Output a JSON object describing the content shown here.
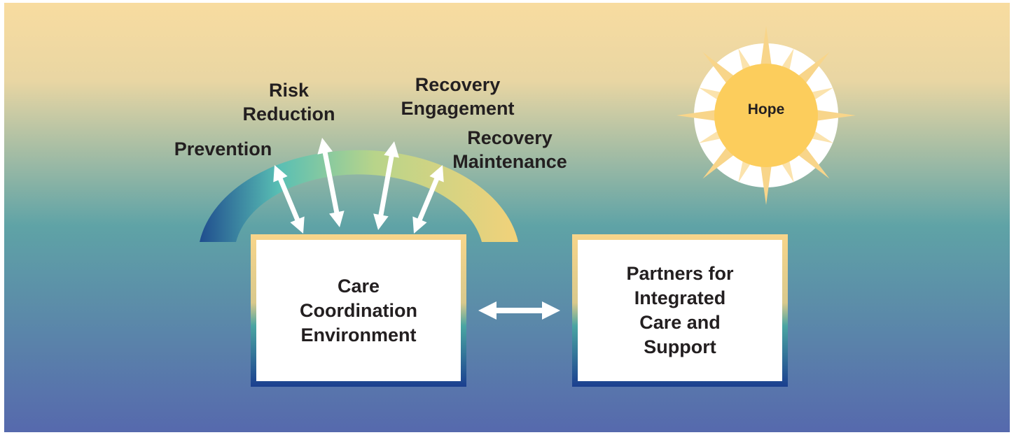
{
  "diagram": {
    "arc_labels": {
      "prevention": "Prevention",
      "risk_reduction": [
        "Risk",
        "Reduction"
      ],
      "recovery_engagement": [
        "Recovery",
        "Engagement"
      ],
      "recovery_maintenance": [
        "Recovery",
        "Maintenance"
      ]
    },
    "care_box": [
      "Care",
      "Coordination",
      "Environment"
    ],
    "partners_box": [
      "Partners for",
      "Integrated",
      "Care and",
      "Support"
    ],
    "sun_label": "Hope"
  },
  "colors": {
    "background_top": "#f8dca0",
    "background_mid": "#5fa3a6",
    "background_bottom": "#5669ad",
    "arc_start": "#1f4d8e",
    "arc_mid": "#59bfb4",
    "arc_end": "#f2d27a",
    "box_border_top": "#f8d58a",
    "box_border_bottom": "#1b3f8f",
    "sun_core": "#fccd5c",
    "sun_rays": "#f8d58a"
  },
  "icons": [
    "sun-icon",
    "double-arrow-icon"
  ]
}
